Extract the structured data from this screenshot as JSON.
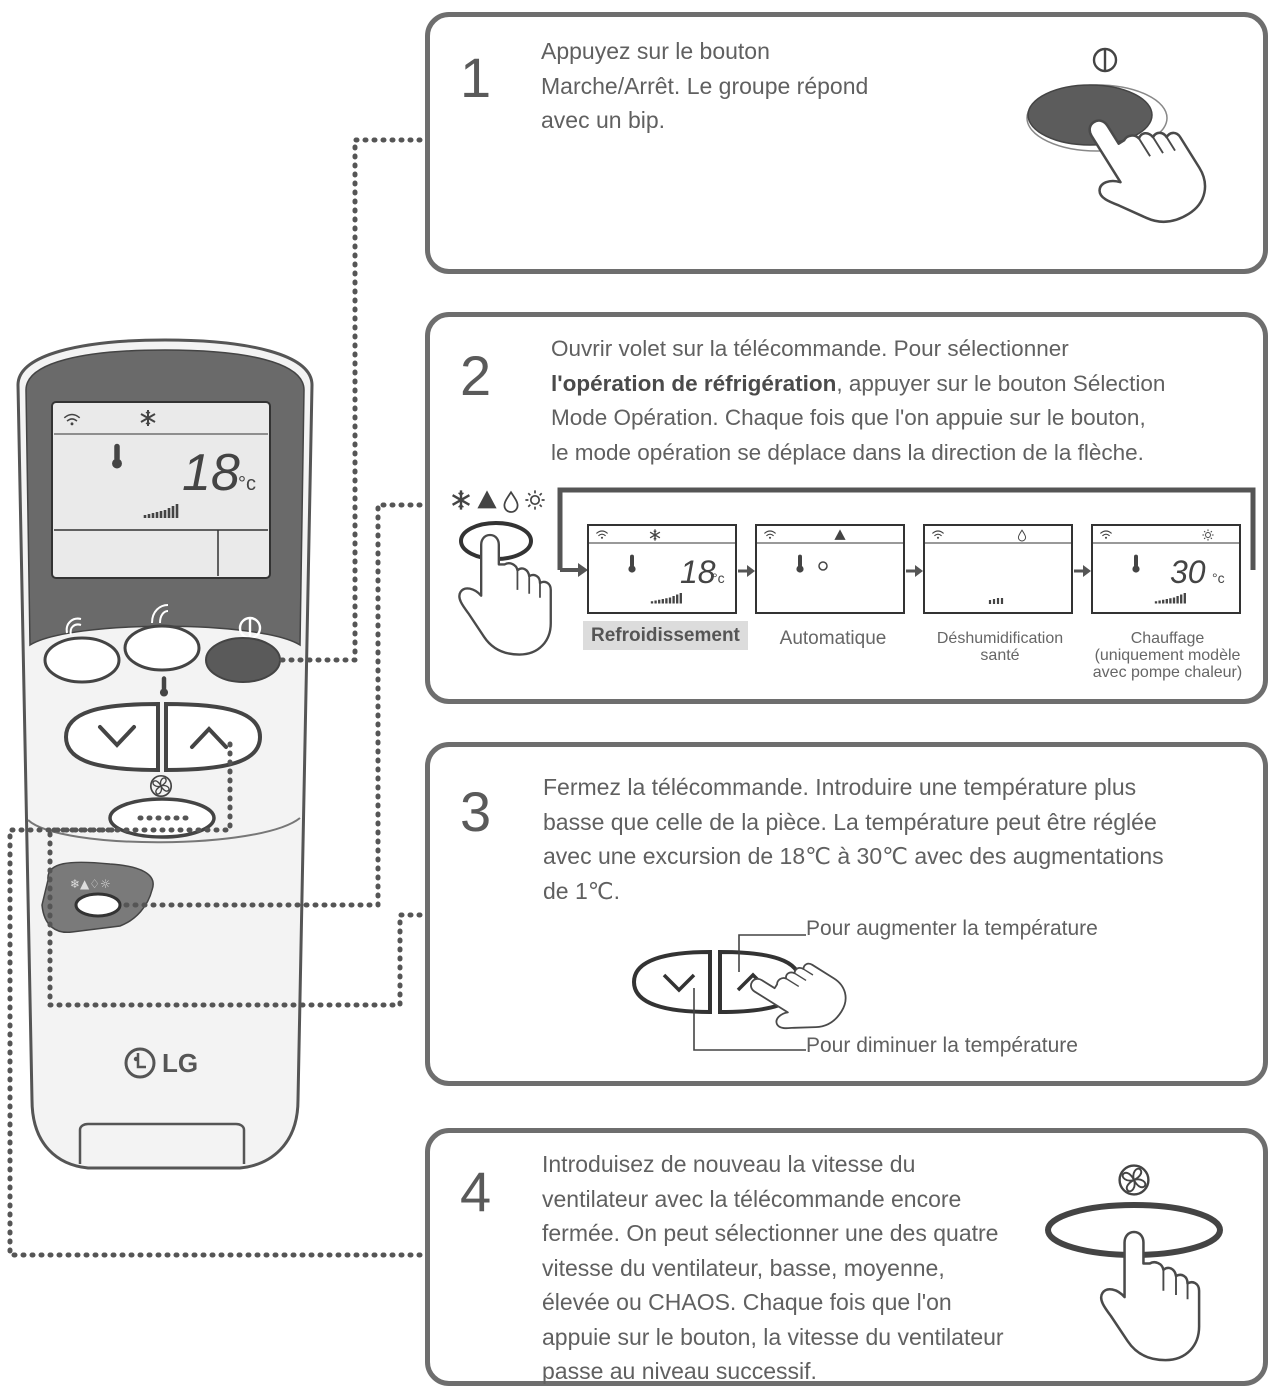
{
  "steps": [
    {
      "number": "1",
      "text": "Appuyez sur le bouton\nMarche/Arrêt. Le groupe répond\navec un bip."
    },
    {
      "number": "2",
      "text_pre": "Ouvrir volet sur la télécommande. Pour sélectionner\n",
      "text_bold": "l'opération de réfrigération",
      "text_post": ", appuyer sur le bouton Sélection\nMode Opération. Chaque fois que l'on appuie sur le bouton,\nle mode opération se déplace dans la direction de la flèche."
    },
    {
      "number": "3",
      "text": "Fermez la télécommande. Introduire une température plus\nbasse que celle de la pièce. La température peut être réglée\navec une excursion de 18℃ à 30℃ avec des augmentations\nde 1℃."
    },
    {
      "number": "4",
      "text": "Introduisez de nouveau la vitesse du\nventilateur avec la télécommande encore\nfermée. On peut sélectionner une des quatre\nvitesse du ventilateur, basse, moyenne,\nélevée ou CHAOS. Chaque fois que l'on\nappuie sur le bouton, la vitesse du ventilateur\npasse au niveau successif."
    }
  ],
  "modes": {
    "cooling": "Refroidissement",
    "auto": "Automatique",
    "dry_line1": "Déshumidification",
    "dry_line2": "santé",
    "heat_line1": "Chauffage",
    "heat_line2": "(uniquement modèle",
    "heat_line3": "avec pompe chaleur)"
  },
  "annotations": {
    "increase": "Pour augmenter la température",
    "decrease": "Pour diminuer la température"
  },
  "remote": {
    "temp_display": "18",
    "unit": "°c",
    "brand": "LG"
  },
  "mode_displays": {
    "cool_temp": "18",
    "heat_temp": "30",
    "unit": "°c"
  },
  "colors": {
    "border": "#6e6e6e",
    "remote_dark": "#5f5f5f",
    "highlight": "#dcdcdc"
  },
  "icons": [
    "power-icon",
    "snowflake-icon",
    "auto-triangle-icon",
    "drop-icon",
    "sun-icon",
    "fan-icon",
    "hand-pointer-icon",
    "thermometer-icon",
    "wifi-icon",
    "swing-icon",
    "jet-icon"
  ]
}
